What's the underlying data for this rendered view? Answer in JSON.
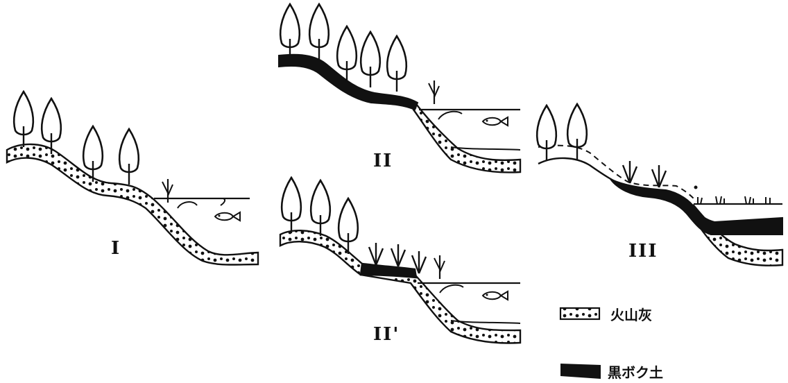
{
  "panels": [
    {
      "id": "I",
      "label": "I"
    },
    {
      "id": "II",
      "label": "II"
    },
    {
      "id": "II-prime",
      "label": "II'"
    },
    {
      "id": "III",
      "label": "III"
    }
  ],
  "legend": {
    "volcanic_ash": "火山灰",
    "black_soil": "黒ボク土"
  },
  "colors": {
    "ink": "#111111",
    "paper": "#ffffff"
  }
}
